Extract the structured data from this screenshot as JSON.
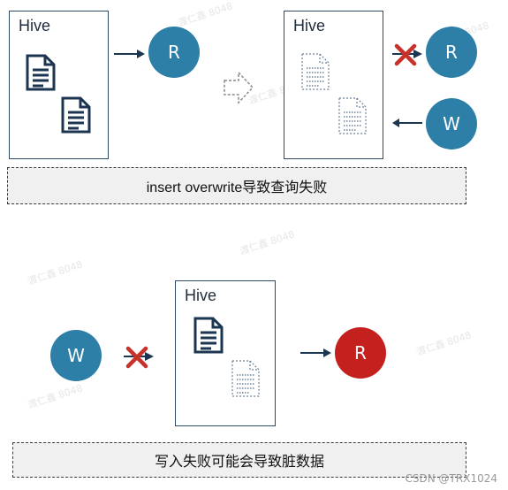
{
  "panel_top": {
    "hive_left_label": "Hive",
    "hive_right_label": "Hive",
    "reader_label": "R",
    "reader_right_label": "R",
    "writer_label": "W",
    "caption": "insert overwrite导致查询失败"
  },
  "panel_bottom": {
    "hive_label": "Hive",
    "writer_label": "W",
    "reader_label": "R",
    "caption": "写入失败可能会导致脏数据"
  },
  "watermark": "渡仁鑫 8048",
  "credit": "CSDN @TRX1024",
  "colors": {
    "circle_blue": "#2d7fa8",
    "circle_red": "#c4201e",
    "doc_navy": "#1c3550",
    "cross_red": "#c8302a",
    "caption_bg": "#f0f0f0"
  }
}
